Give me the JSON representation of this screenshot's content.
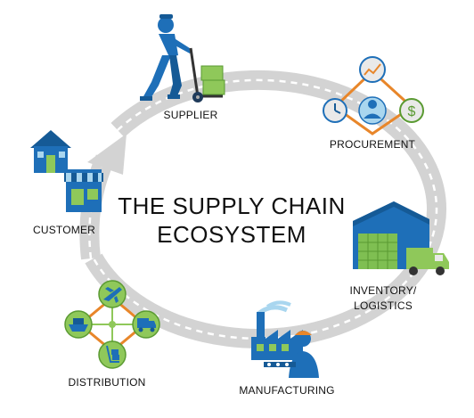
{
  "title": {
    "line1": "THE SUPPLY CHAIN",
    "line2": "ECOSYSTEM"
  },
  "stages": {
    "supplier": "SUPPLIER",
    "procurement": "PROCUREMENT",
    "inventory_line1": "INVENTORY/",
    "inventory_line2": "LOGISTICS",
    "manufacturing": "MANUFACTURING",
    "distribution": "DISTRIBUTION",
    "customer": "CUSTOMER"
  },
  "colors": {
    "ring": "#d3d3d3",
    "dash": "#ffffff",
    "primary_blue": "#1e6fb8",
    "dark_blue": "#155a96",
    "green": "#8fc85a",
    "dark_green": "#5a9a32",
    "orange": "#e8862a"
  },
  "icons": {
    "procurement_tr": "$"
  }
}
